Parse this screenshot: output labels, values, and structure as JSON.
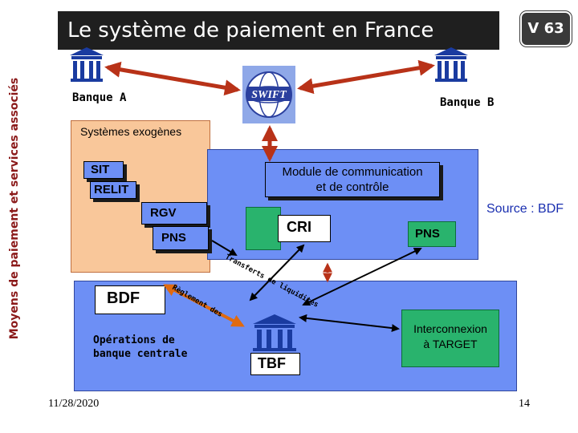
{
  "vertical_title": "Moyens de paiement et services associés",
  "title": "Le système de paiement en France",
  "version": "V 63",
  "bank_a": "Banque A",
  "bank_b": "Banque B",
  "swift_logo_text": "SWIFT",
  "exogenous_systems": "Systèmes exogènes",
  "sit": "SIT",
  "relit": "RELIT",
  "module": "Module de communication\net de contrôle",
  "rgv": "RGV",
  "pns_left": "PNS",
  "cri": "CRI",
  "pns_right": "PNS",
  "source": "Source : BDF",
  "transferts": "Transferts de liquidités",
  "bdf": "BDF",
  "reglement": "Règlement des",
  "operations": "Opérations de\nbanque centrale",
  "tbf": "TBF",
  "interconnexion": "Interconnexion\nà TARGET",
  "date": "11/28/2020",
  "page_number": "14",
  "colors": {
    "panel_blue": "#6d8ff5",
    "panel_orange": "#f9c79a",
    "green": "#29b36d",
    "arrow_red": "#b83218",
    "source_blue": "#1a2fb0",
    "vertical_red": "#8b1a1a"
  }
}
